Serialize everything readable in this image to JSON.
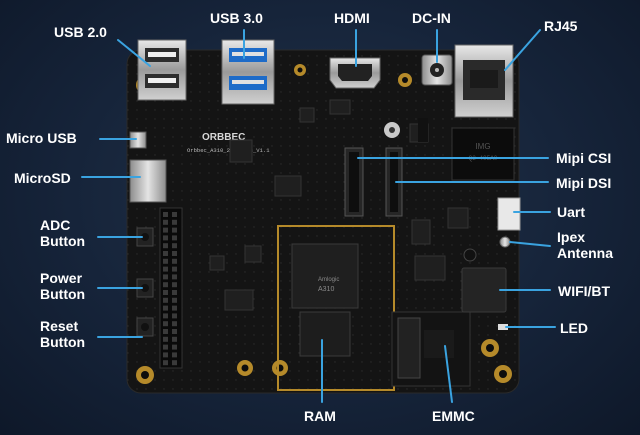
{
  "colors": {
    "background": "#16243a",
    "board": "#141414",
    "callout_line": "#3aa3e0",
    "label_text": "#ffffff",
    "silkscreen": "#d8d8d8",
    "gold": "#b58a2a"
  },
  "board": {
    "brand": "ORBBEC",
    "model_text": "Orbbec_A310_20000808_V1.1",
    "chip_brand": "Amlogic",
    "chip_model": "A310",
    "transformer_text": "IMG",
    "transformer_code": "Q2-405A0"
  },
  "labels": {
    "usb2": "USB 2.0",
    "usb3": "USB 3.0",
    "hdmi": "HDMI",
    "dcin": "DC-IN",
    "rj45": "RJ45",
    "micro_usb": "Micro USB",
    "microsd": "MicroSD",
    "adc_button_1": "ADC",
    "adc_button_2": "Button",
    "power_button_1": "Power",
    "power_button_2": "Button",
    "reset_button_1": "Reset",
    "reset_button_2": "Button",
    "mipi_csi": "Mipi CSI",
    "mipi_dsi": "Mipi DSI",
    "uart": "Uart",
    "ipex_antenna_1": "Ipex",
    "ipex_antenna_2": "Antenna",
    "wifi_bt": "WIFI/BT",
    "led": "LED",
    "ram": "RAM",
    "emmc": "EMMC"
  }
}
